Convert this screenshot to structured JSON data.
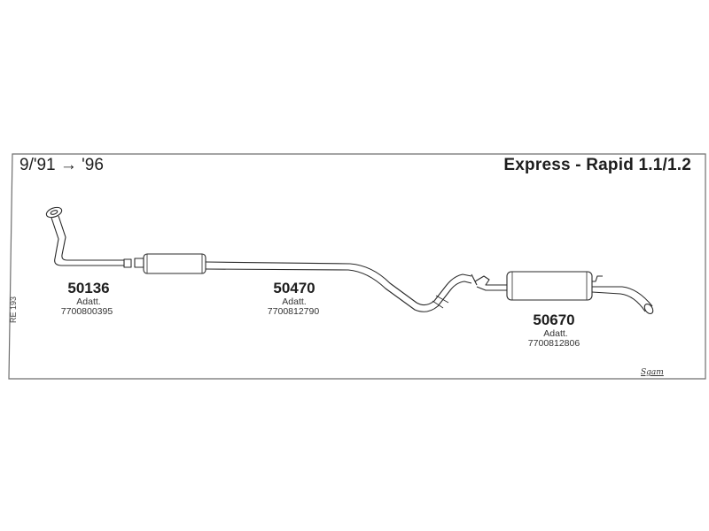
{
  "header": {
    "date_range": "9/'91 → '96",
    "vehicle": "Express - Rapid 1.1/1.2"
  },
  "parts": [
    {
      "number": "50136",
      "adapt_label": "Adatt.",
      "oem_code": "7700800395"
    },
    {
      "number": "50470",
      "adapt_label": "Adatt.",
      "oem_code": "7700812790"
    },
    {
      "number": "50670",
      "adapt_label": "Adatt.",
      "oem_code": "7700812806"
    }
  ],
  "side_code": "RE 193",
  "brand": "Sgam"
}
